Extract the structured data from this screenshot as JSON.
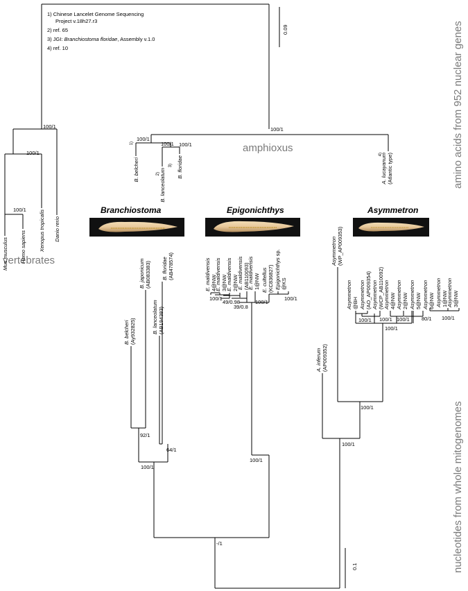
{
  "notes": {
    "n1a": "1) Chinese Lancelet Genome Sequencing",
    "n1b": "Project v.18h27.r3",
    "n2": "2) ref. 65",
    "n3a": "3) JGI:",
    "n3b": "Branchiostoma floridae",
    "n3c": ", Assembly v.1.0",
    "n4": "4) ref. 10"
  },
  "side_titles": {
    "top": "amino acids from 952 nuclear genes",
    "bottom": "nucleotides from whole mitogenomes"
  },
  "groups": {
    "amphioxus": "amphioxus",
    "vertebrates": "vertebrates"
  },
  "scale_bars": {
    "top": "0.09",
    "bottom": "0.1"
  },
  "genera": {
    "branchiostoma": "Branchiostoma",
    "epigonichthys": "Epigonichthys",
    "asymmetron": "Asymmetron"
  },
  "support": {
    "s1": "100/1",
    "s2": "100/1",
    "s3": "100/1",
    "s4": "100/1",
    "s5": "100/1",
    "s6": "100/1",
    "s7": "100/1",
    "s8": "100/1",
    "s9": "49/0.98",
    "s10": "39/0.8",
    "s11": "100/1",
    "s12": "100/1",
    "s13": "100/1",
    "s14": "100/1",
    "s15": "100/1",
    "s16": "80/1",
    "s17": "100/1",
    "s18": "100/1",
    "s19": "92/1",
    "s20": "64/1",
    "s21": "100/1",
    "s22": "100/1",
    "s23": "100/1",
    "s24": "-/1"
  },
  "top_taxa": {
    "mus": "Mus musculus",
    "homo": "Homo sapiens",
    "xeno": "Xenopus tropicalis",
    "danio": "Danio rerio",
    "bbel": "B. belcheri",
    "blan": "B. lanceolatum",
    "bflo": "B. floridae",
    "aluc": "A. lucayanum",
    "atl": "(Atlantic type)",
    "sup1": "1)",
    "sup2": "2)",
    "sup3": "3)",
    "sup4": "4)"
  },
  "bottom_taxa": {
    "bjap1": "B. japonicum",
    "bjap2": "(AB083383)",
    "bflo1": "B. floridae",
    "bflo2": "(AB478574)",
    "bbel1": "B. belcheri",
    "bbel2": "(Ay932825)",
    "blan1": "B. lanceolatum",
    "blan2": "(AB194383)",
    "em4a": "E. maldivensis",
    "em4b": "4@NW",
    "em3a": "E. maldivensis",
    "em3b": "3@NW",
    "em2a": "E. maldivensis",
    "em2b": "2@NW",
    "emAa": "E. maldivensis",
    "emAb": "(AB110093)",
    "em1a": "E. maldivensis",
    "em1b": "1@NW",
    "ecua": "E. cultellus",
    "ecub": "(KC836827)",
    "eksa": "Epigonichthys sp.",
    "eksb": "@KS",
    "awpa": "Asymmetron",
    "awpb": "(WP_AP009353)",
    "abha": "Asymmetron",
    "abhb": "@BH",
    "aaoa": "Asymmetron",
    "aaob": "(AO_AP009354)",
    "awca": "Asymmetron",
    "awcb": "(WCP_AB110092)",
    "a4a": "Asymmetron",
    "a4b": "4@NW",
    "a2a": "Asymmetron",
    "a2b": "2@NW",
    "a5a": "Asymmetron",
    "a5b": "5@NW",
    "a6a": "Asymmetron",
    "a6b": "6@NW",
    "a1a": "Asymmetron",
    "a1b": "1@NW",
    "a3a": "Asymmetron",
    "a3b": "3@NW",
    "ainfa": "A. inferum",
    "ainfb": "(AP009352)"
  },
  "colors": {
    "lines": "#000000",
    "grey_text": "#7a7a7a",
    "photo_bg": "#111111",
    "animal": "#e8c89a"
  }
}
